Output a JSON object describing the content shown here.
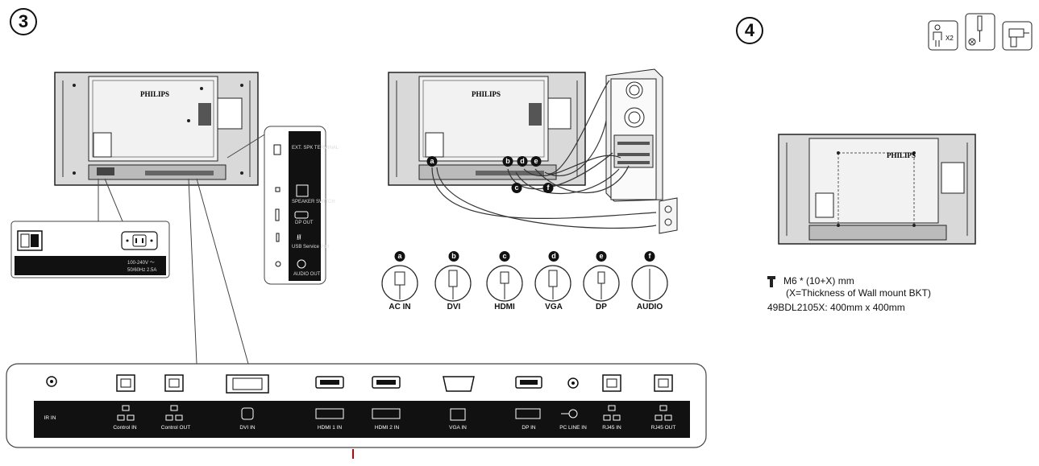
{
  "steps": {
    "step3": "3",
    "step4": "4"
  },
  "brand": "PHILIPS",
  "power_box": {
    "rating_line1": "100-240V ～",
    "rating_line2": "50/60Hz 2.5A"
  },
  "side_panel": {
    "ext_spk": "EXT. SPK TERMINAL",
    "speaker_switch": "SPEAKER SWITCH",
    "dp_out": "DP OUT",
    "usb": "USB Service Port",
    "audio_out": "AUDIO OUT"
  },
  "cables": [
    {
      "letter": "a",
      "label": "AC IN"
    },
    {
      "letter": "b",
      "label": "DVI"
    },
    {
      "letter": "c",
      "label": "HDMI"
    },
    {
      "letter": "d",
      "label": "VGA"
    },
    {
      "letter": "e",
      "label": "DP"
    },
    {
      "letter": "f",
      "label": "AUDIO"
    }
  ],
  "connection_letters": [
    "a",
    "b",
    "d",
    "e",
    "c",
    "f"
  ],
  "bottom_ports": [
    "IR IN",
    "Control IN",
    "Control OUT",
    "DVI IN",
    "HDMI 1 IN",
    "HDMI 2 IN",
    "VGA IN",
    "DP IN",
    "PC LINE IN",
    "RJ45 IN",
    "RJ45 OUT"
  ],
  "tools": {
    "person_count": "X2"
  },
  "mount_spec": {
    "screw": "M6 * (10+X) mm",
    "note": "(X=Thickness of  Wall mount BKT)",
    "pattern": "49BDL2105X: 400mm x 400mm"
  }
}
